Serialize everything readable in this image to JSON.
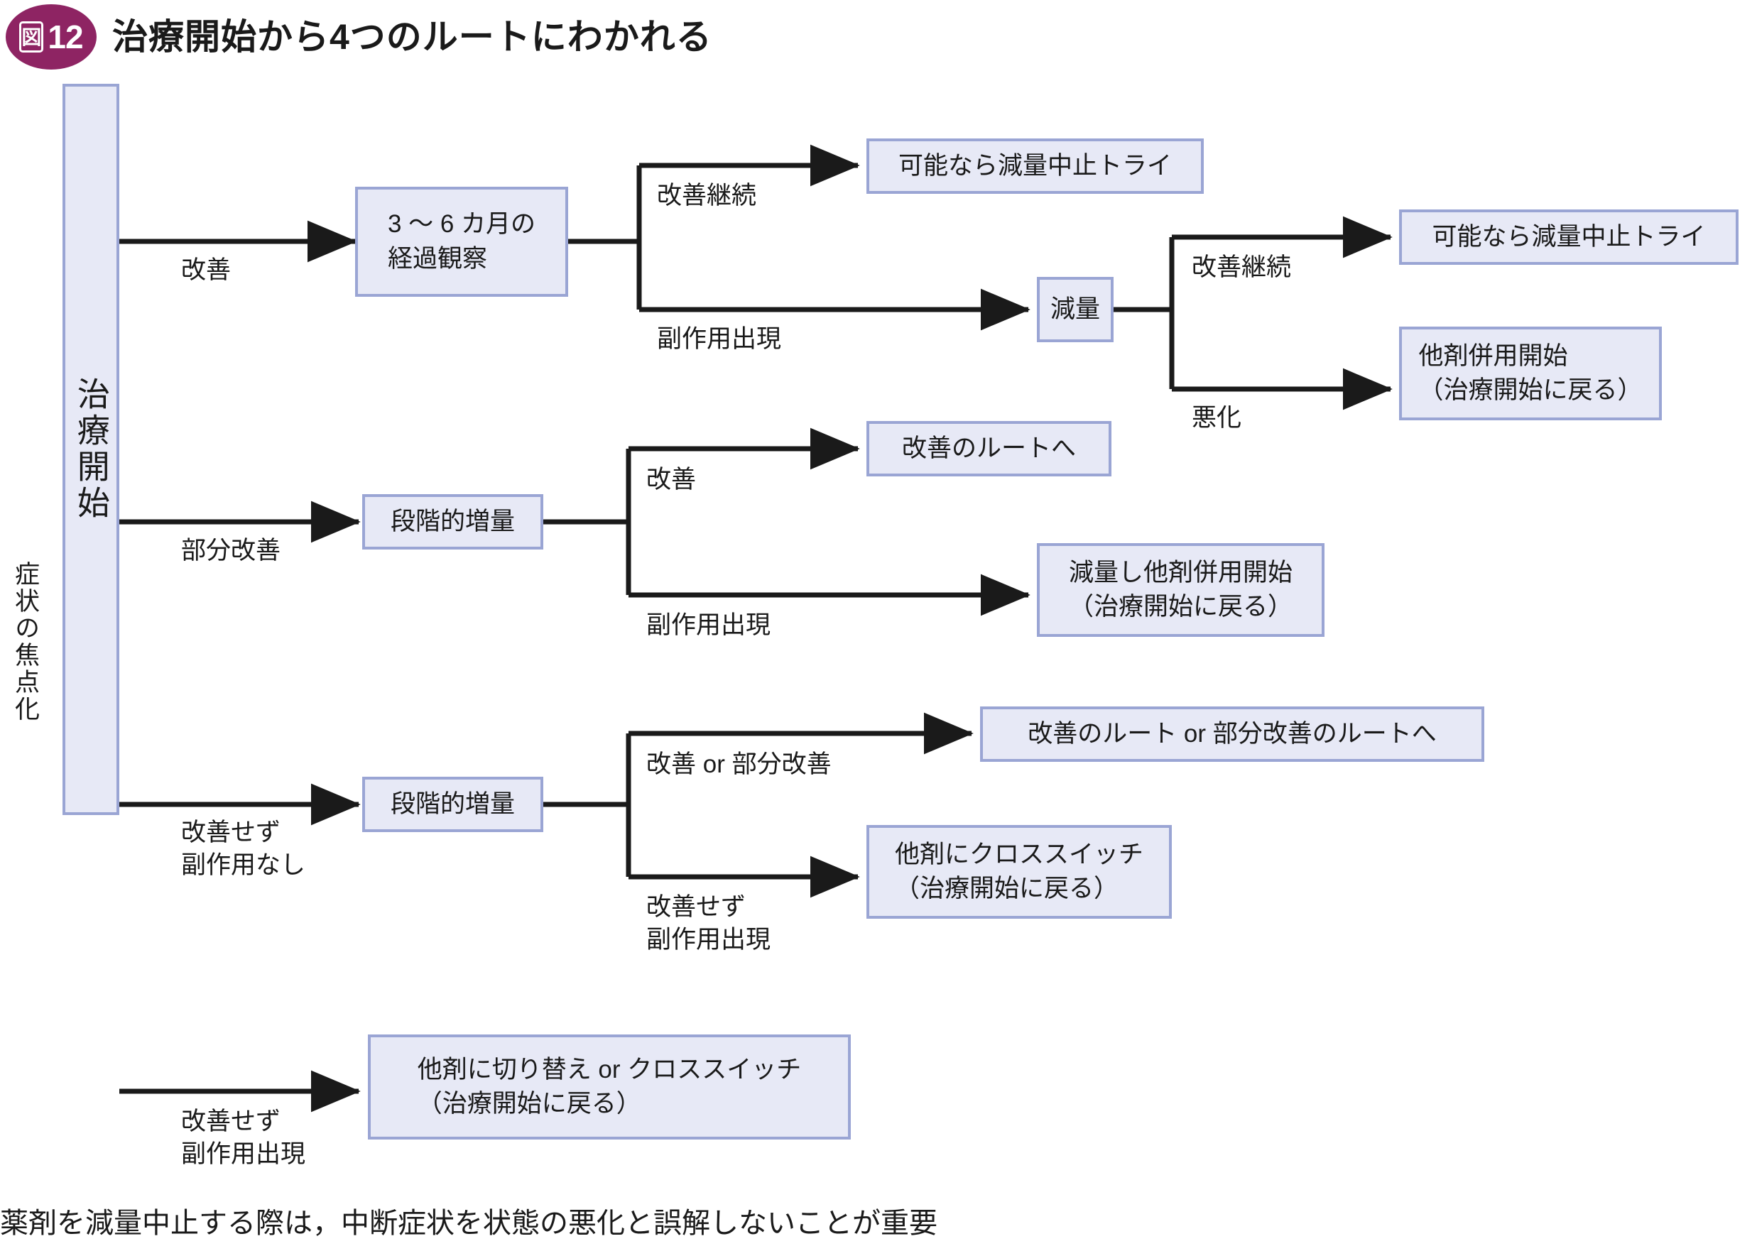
{
  "header": {
    "badge_kanji": "図",
    "badge_number": "12",
    "title": "治療開始から4つのルートにわかれる"
  },
  "colors": {
    "badge": "#8e2463",
    "node_fill": "#e7e9f6",
    "node_border": "#9aa5d4",
    "line": "#1a1a1a",
    "text": "#1a1a1a",
    "background": "#ffffff"
  },
  "axis_label": {
    "symptom_focus": "症状の焦点化"
  },
  "nodes": {
    "start": "治療開始",
    "observe_3_6": "3 〜 6 カ月の\n経過観察",
    "taper": "減量",
    "taper_try_1": "可能なら減量中止トライ",
    "taper_try_2": "可能なら減量中止トライ",
    "add_drug_back": "他剤併用開始\n（治療開始に戻る）",
    "stepwise_increase_1": "段階的増量",
    "to_improve_route": "改善のルートへ",
    "reduce_and_add_back": "減量し他剤併用開始\n（治療開始に戻る）",
    "stepwise_increase_2": "段階的増量",
    "to_improve_or_partial_route": "改善のルート or 部分改善のルートへ",
    "cross_switch_back": "他剤にクロススイッチ\n（治療開始に戻る）",
    "switch_or_cross_back": "他剤に切り替え or クロススイッチ\n（治療開始に戻る）"
  },
  "edge_labels": {
    "improve": "改善",
    "improve_continue_1": "改善継続",
    "side_effect_1": "副作用出現",
    "improve_continue_2": "改善継続",
    "worsen": "悪化",
    "partial_improve": "部分改善",
    "improve_2": "改善",
    "side_effect_2": "副作用出現",
    "no_improve_no_side_effect": "改善せず\n副作用なし",
    "improve_or_partial": "改善 or 部分改善",
    "no_improve_side_effect_1": "改善せず\n副作用出現",
    "no_improve_side_effect_2": "改善せず\n副作用出現"
  },
  "footer": {
    "note": "薬剤を減量中止する際は，中断症状を状態の悪化と誤解しないことが重要"
  }
}
